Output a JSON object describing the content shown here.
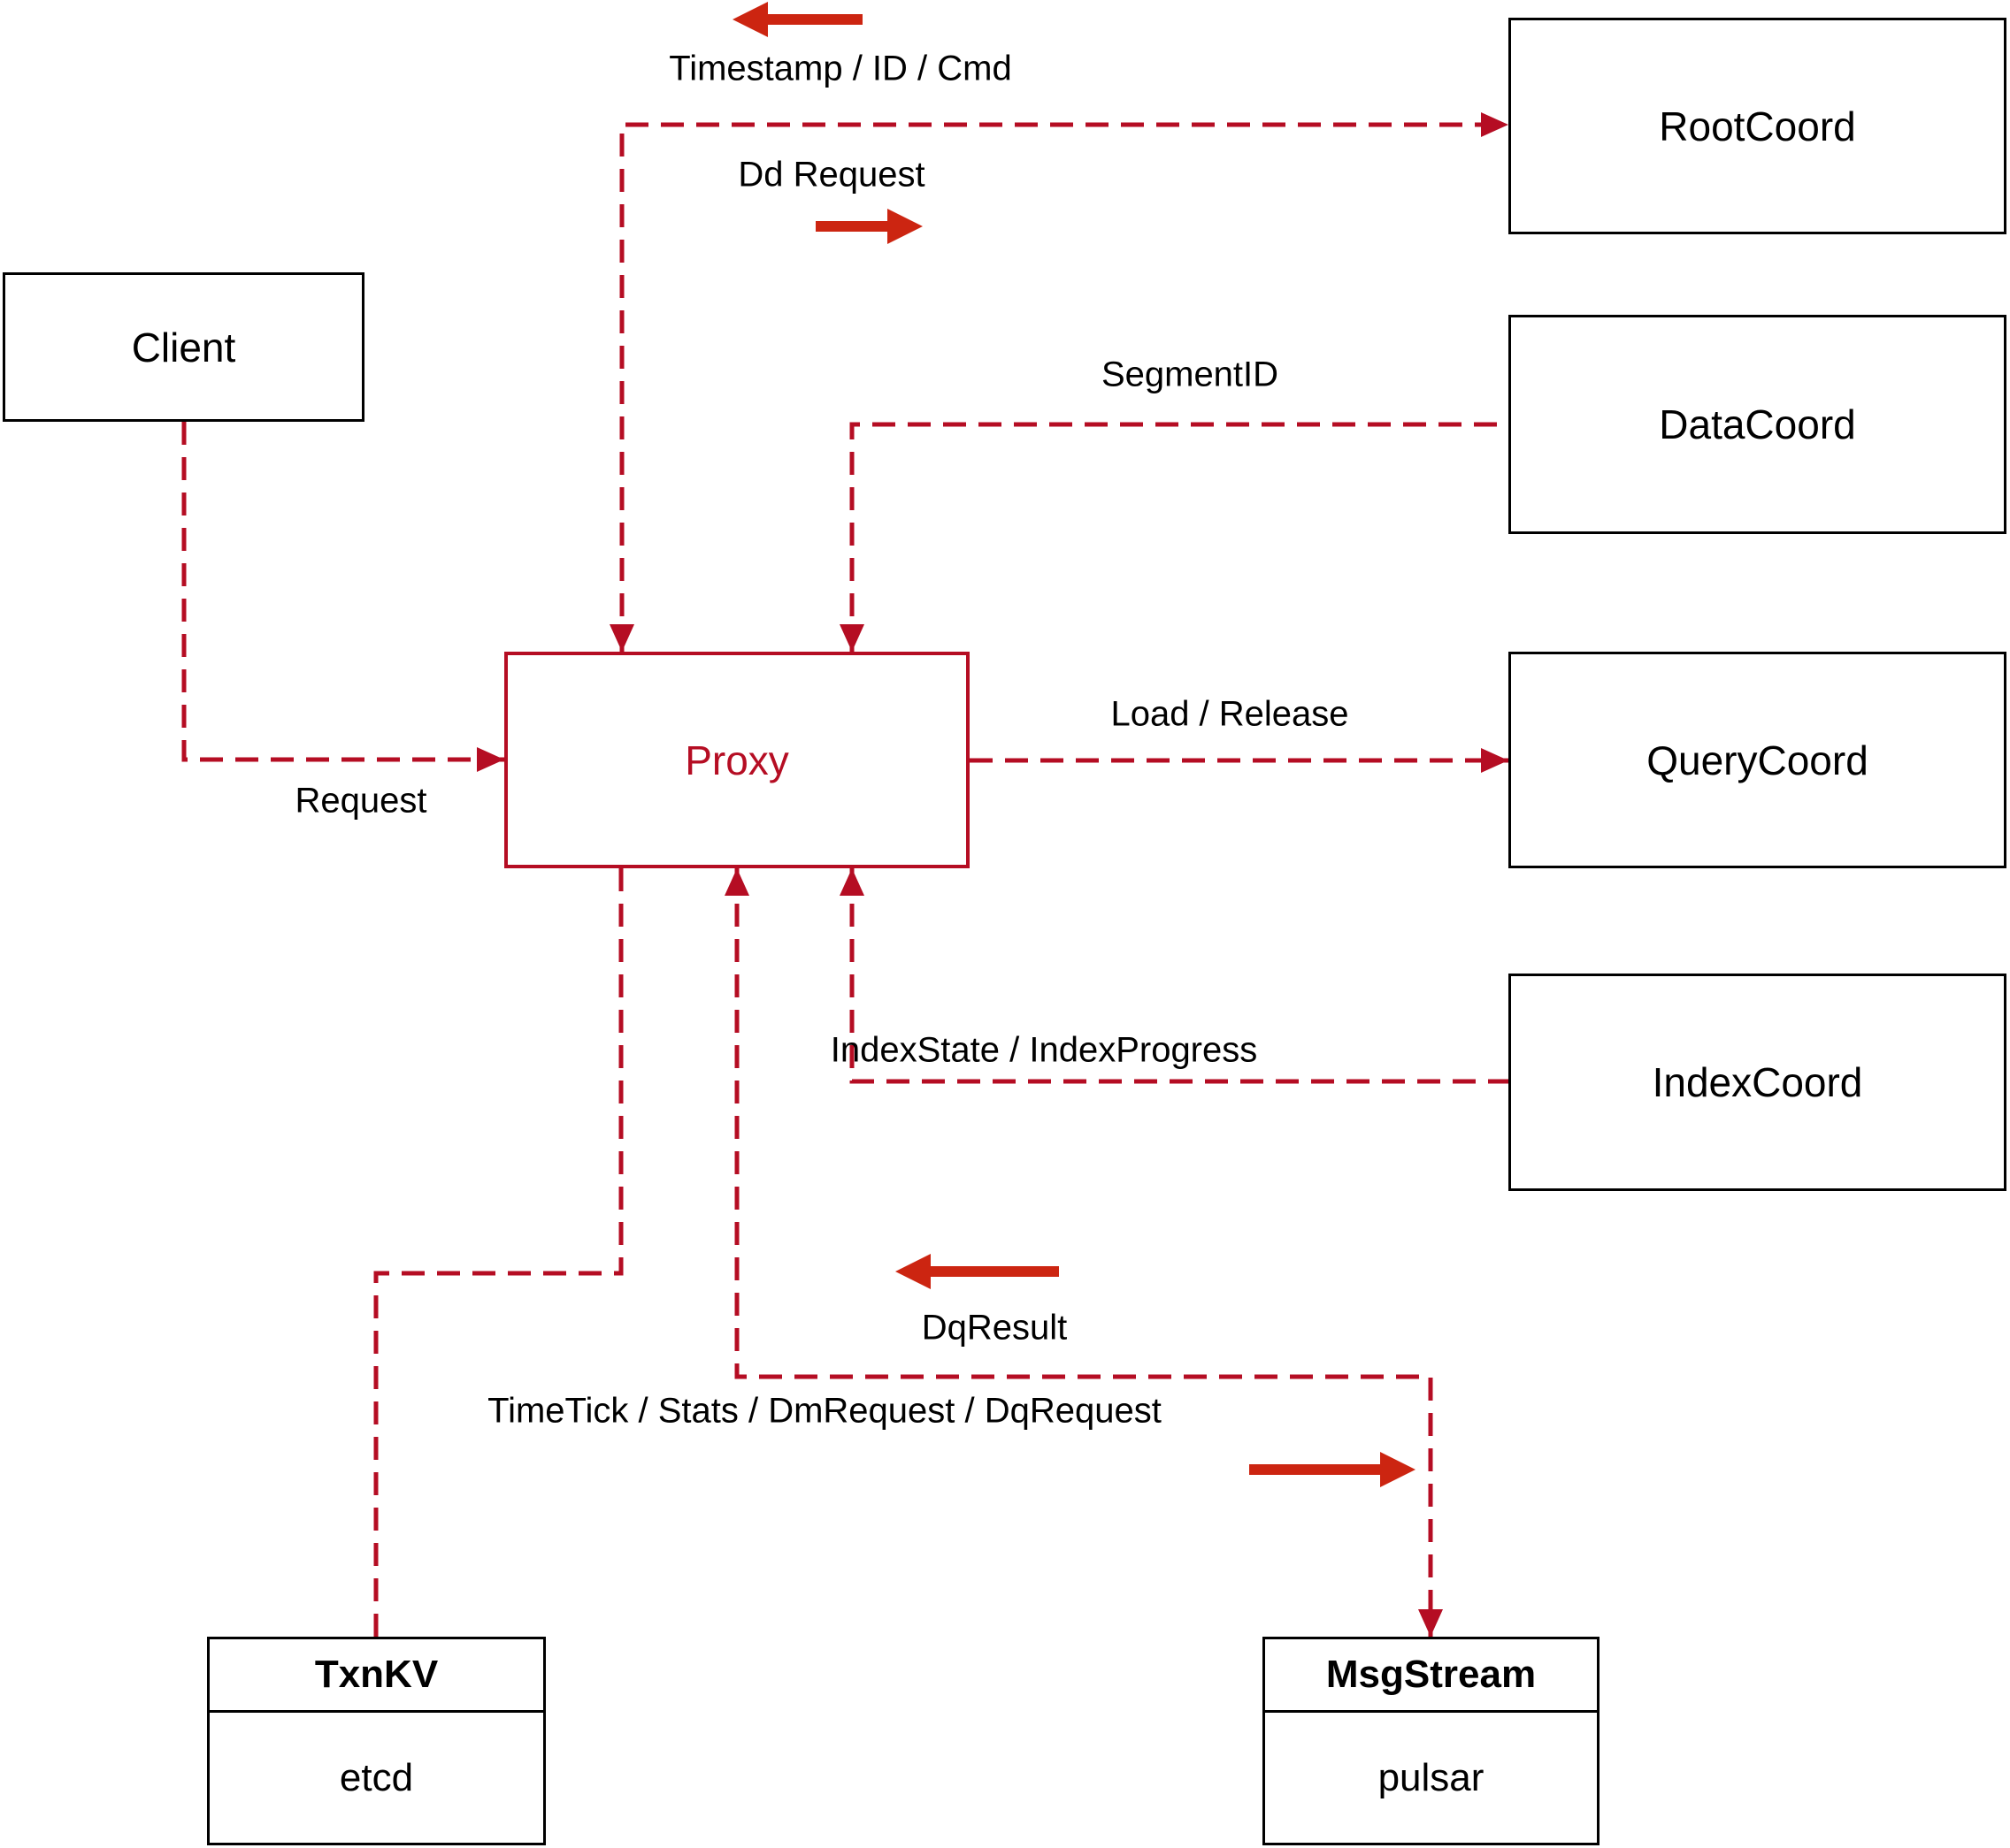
{
  "diagram": {
    "nodes": {
      "client": {
        "label": "Client"
      },
      "proxy": {
        "label": "Proxy"
      },
      "root_coord": {
        "label": "RootCoord"
      },
      "data_coord": {
        "label": "DataCoord"
      },
      "query_coord": {
        "label": "QueryCoord"
      },
      "index_coord": {
        "label": "IndexCoord"
      },
      "txn_kv": {
        "title": "TxnKV",
        "subtitle": "etcd"
      },
      "msg_stream": {
        "title": "MsgStream",
        "subtitle": "pulsar"
      }
    },
    "edge_labels": {
      "timestamp_id_cmd": "Timestamp / ID / Cmd",
      "dd_request": "Dd Request",
      "segment_id": "SegmentID",
      "load_release": "Load / Release",
      "request": "Request",
      "index_state_progress": "IndexState / IndexProgress",
      "dq_result": "DqResult",
      "timetick_stats": "TimeTick / Stats / DmRequest / DqRequest"
    },
    "colors": {
      "dashed_line": "#b50d23",
      "solid_arrow": "#cc2511",
      "box_border": "#000000",
      "text": "#000000",
      "background": "#ffffff"
    }
  }
}
